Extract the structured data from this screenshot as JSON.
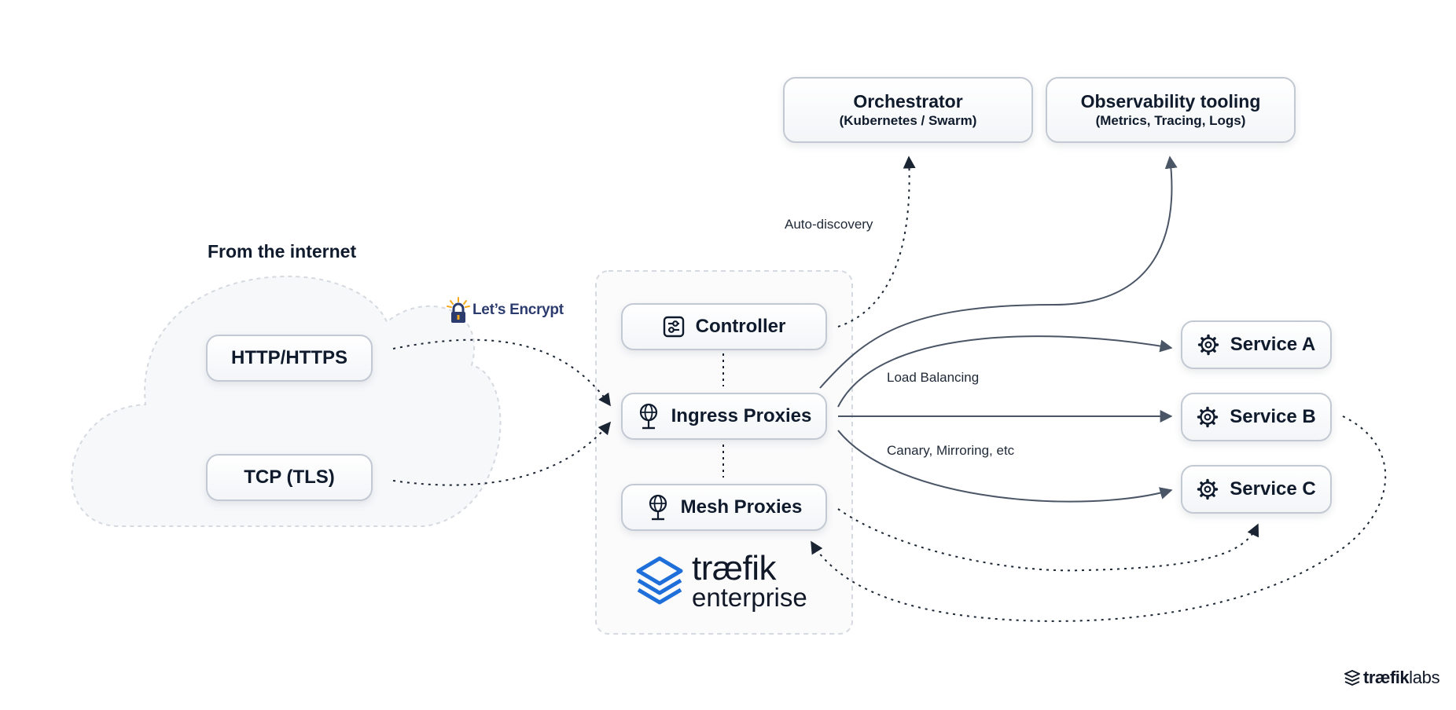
{
  "section": {
    "internet_title": "From the internet"
  },
  "nodes": {
    "http": "HTTP/HTTPS",
    "tcp": "TCP (TLS)",
    "controller": "Controller",
    "ingress": "Ingress Proxies",
    "mesh": "Mesh Proxies",
    "orchestrator": {
      "title": "Orchestrator",
      "subtitle": "(Kubernetes / Swarm)"
    },
    "observability": {
      "title": "Observability tooling",
      "subtitle": "(Metrics, Tracing, Logs)"
    },
    "service_a": "Service A",
    "service_b": "Service B",
    "service_c": "Service C"
  },
  "edge_labels": {
    "auto_discovery": "Auto-discovery",
    "load_balancing": "Load Balancing",
    "canary": "Canary, Mirroring, etc"
  },
  "logos": {
    "lets_encrypt": "Let’s Encrypt",
    "traefik_word": "træfik",
    "traefik_sub": "enterprise",
    "traefiklabs_a": "træfik",
    "traefiklabs_b": "labs"
  },
  "colors": {
    "text": "#0f1b2d",
    "node_border": "#c3c9d3",
    "line": "#4a5566",
    "dotted": "#1a2433",
    "traefik_blue": "#1e6fd9",
    "letsencrypt_navy": "#2c3c6e",
    "letsencrypt_gold": "#f6a91b",
    "cloud_border": "#d5d9e0"
  },
  "icons": {
    "controller": "sliders-icon",
    "proxy": "globe-stand-icon",
    "service": "gear-icon"
  }
}
